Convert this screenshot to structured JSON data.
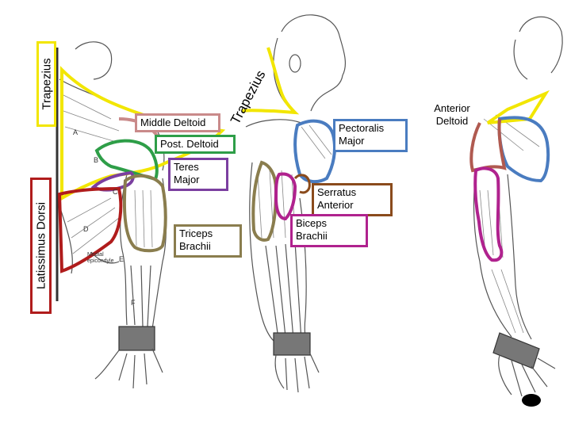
{
  "labels": {
    "trapezius_vertical": "Trapezius",
    "trapezius_diagonal": "Trapezius",
    "middle_deltoid": "Middle Deltoid",
    "post_deltoid": "Post. Deltoid",
    "teres_major": "Teres\nMajor",
    "latissimus_dorsi": "Latissimus Dorsi",
    "triceps_brachii": "Triceps\nBrachii",
    "pectoralis_major": "Pectoralis\nMajor",
    "serratus_anterior": "Serratus\nAnterior",
    "biceps_brachii": "Biceps\nBrachii",
    "anterior_deltoid": "Anterior\nDeltoid"
  },
  "figure_letters": {
    "back_letters": [
      "A",
      "B",
      "C",
      "D",
      "E",
      "F"
    ],
    "elbow_label": "Medial\nepicondyle"
  },
  "colors": {
    "trapezius": "#f2e600",
    "middle_deltoid": "#c98a8a",
    "post_deltoid": "#2e9e48",
    "teres_major": "#7b3fa0",
    "latissimus_dorsi": "#b01c1c",
    "triceps_brachii": "#8a7d4e",
    "pectoralis_major": "#4a7cc0",
    "serratus_anterior": "#8a4b1c",
    "biceps_brachii": "#b0228e",
    "anterior_deltoid": "#b05a50",
    "muscle_stroke": "#6a6a6a"
  }
}
